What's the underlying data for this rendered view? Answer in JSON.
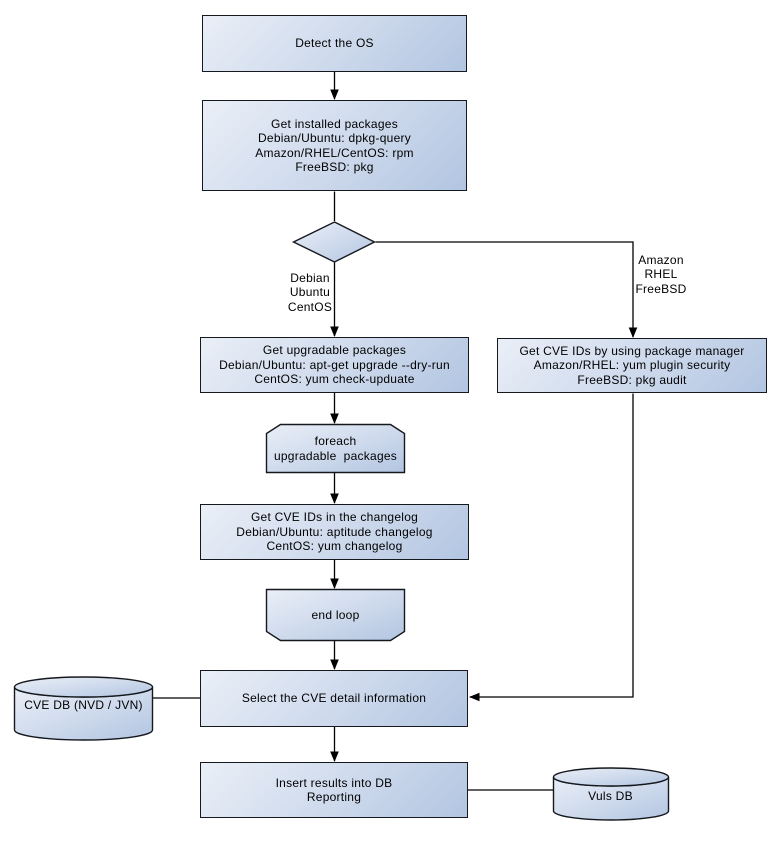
{
  "colors": {
    "node_fill_light": "#eaeff7",
    "node_fill_mid": "#cdd9ec",
    "node_fill_dark": "#b2c5e1",
    "node_border": "#15181d",
    "connector": "#000000",
    "background": "#ffffff",
    "text": "#000000"
  },
  "nodes": {
    "detect_os": {
      "lines": [
        "Detect the OS"
      ]
    },
    "get_installed_packages": {
      "lines": [
        "Get installed packages",
        "Debian/Ubuntu: dpkg-query",
        "Amazon/RHEL/CentOS: rpm",
        "FreeBSD: pkg"
      ]
    },
    "get_upgradable_packages": {
      "lines": [
        "Get upgradable packages",
        "Debian/Ubuntu: apt-get upgrade --dry-run",
        "CentOS: yum check-upduate"
      ]
    },
    "get_cve_ids_package_manager": {
      "lines": [
        "Get CVE IDs by using package manager",
        "Amazon/RHEL: yum plugin security",
        "FreeBSD: pkg audit"
      ]
    },
    "foreach_loop_start": {
      "lines": [
        "foreach",
        "upgradable  packages"
      ]
    },
    "get_cve_ids_changelog": {
      "lines": [
        "Get CVE IDs in the changelog",
        "Debian/Ubuntu: aptitude changelog",
        "CentOS: yum changelog"
      ]
    },
    "end_loop": {
      "lines": [
        "end loop"
      ]
    },
    "select_cve_detail": {
      "lines": [
        "Select the CVE detail information"
      ]
    },
    "cve_db": {
      "lines": [
        "CVE DB (NVD / JVN)"
      ]
    },
    "insert_results": {
      "lines": [
        "Insert results into DB",
        "Reporting"
      ]
    },
    "vuls_db": {
      "lines": [
        "Vuls DB"
      ]
    }
  },
  "edge_labels": {
    "left_branch": {
      "lines": [
        "Debian",
        "Ubuntu",
        "CentOS"
      ]
    },
    "right_branch": {
      "lines": [
        "Amazon",
        "RHEL",
        "FreeBSD"
      ]
    }
  }
}
